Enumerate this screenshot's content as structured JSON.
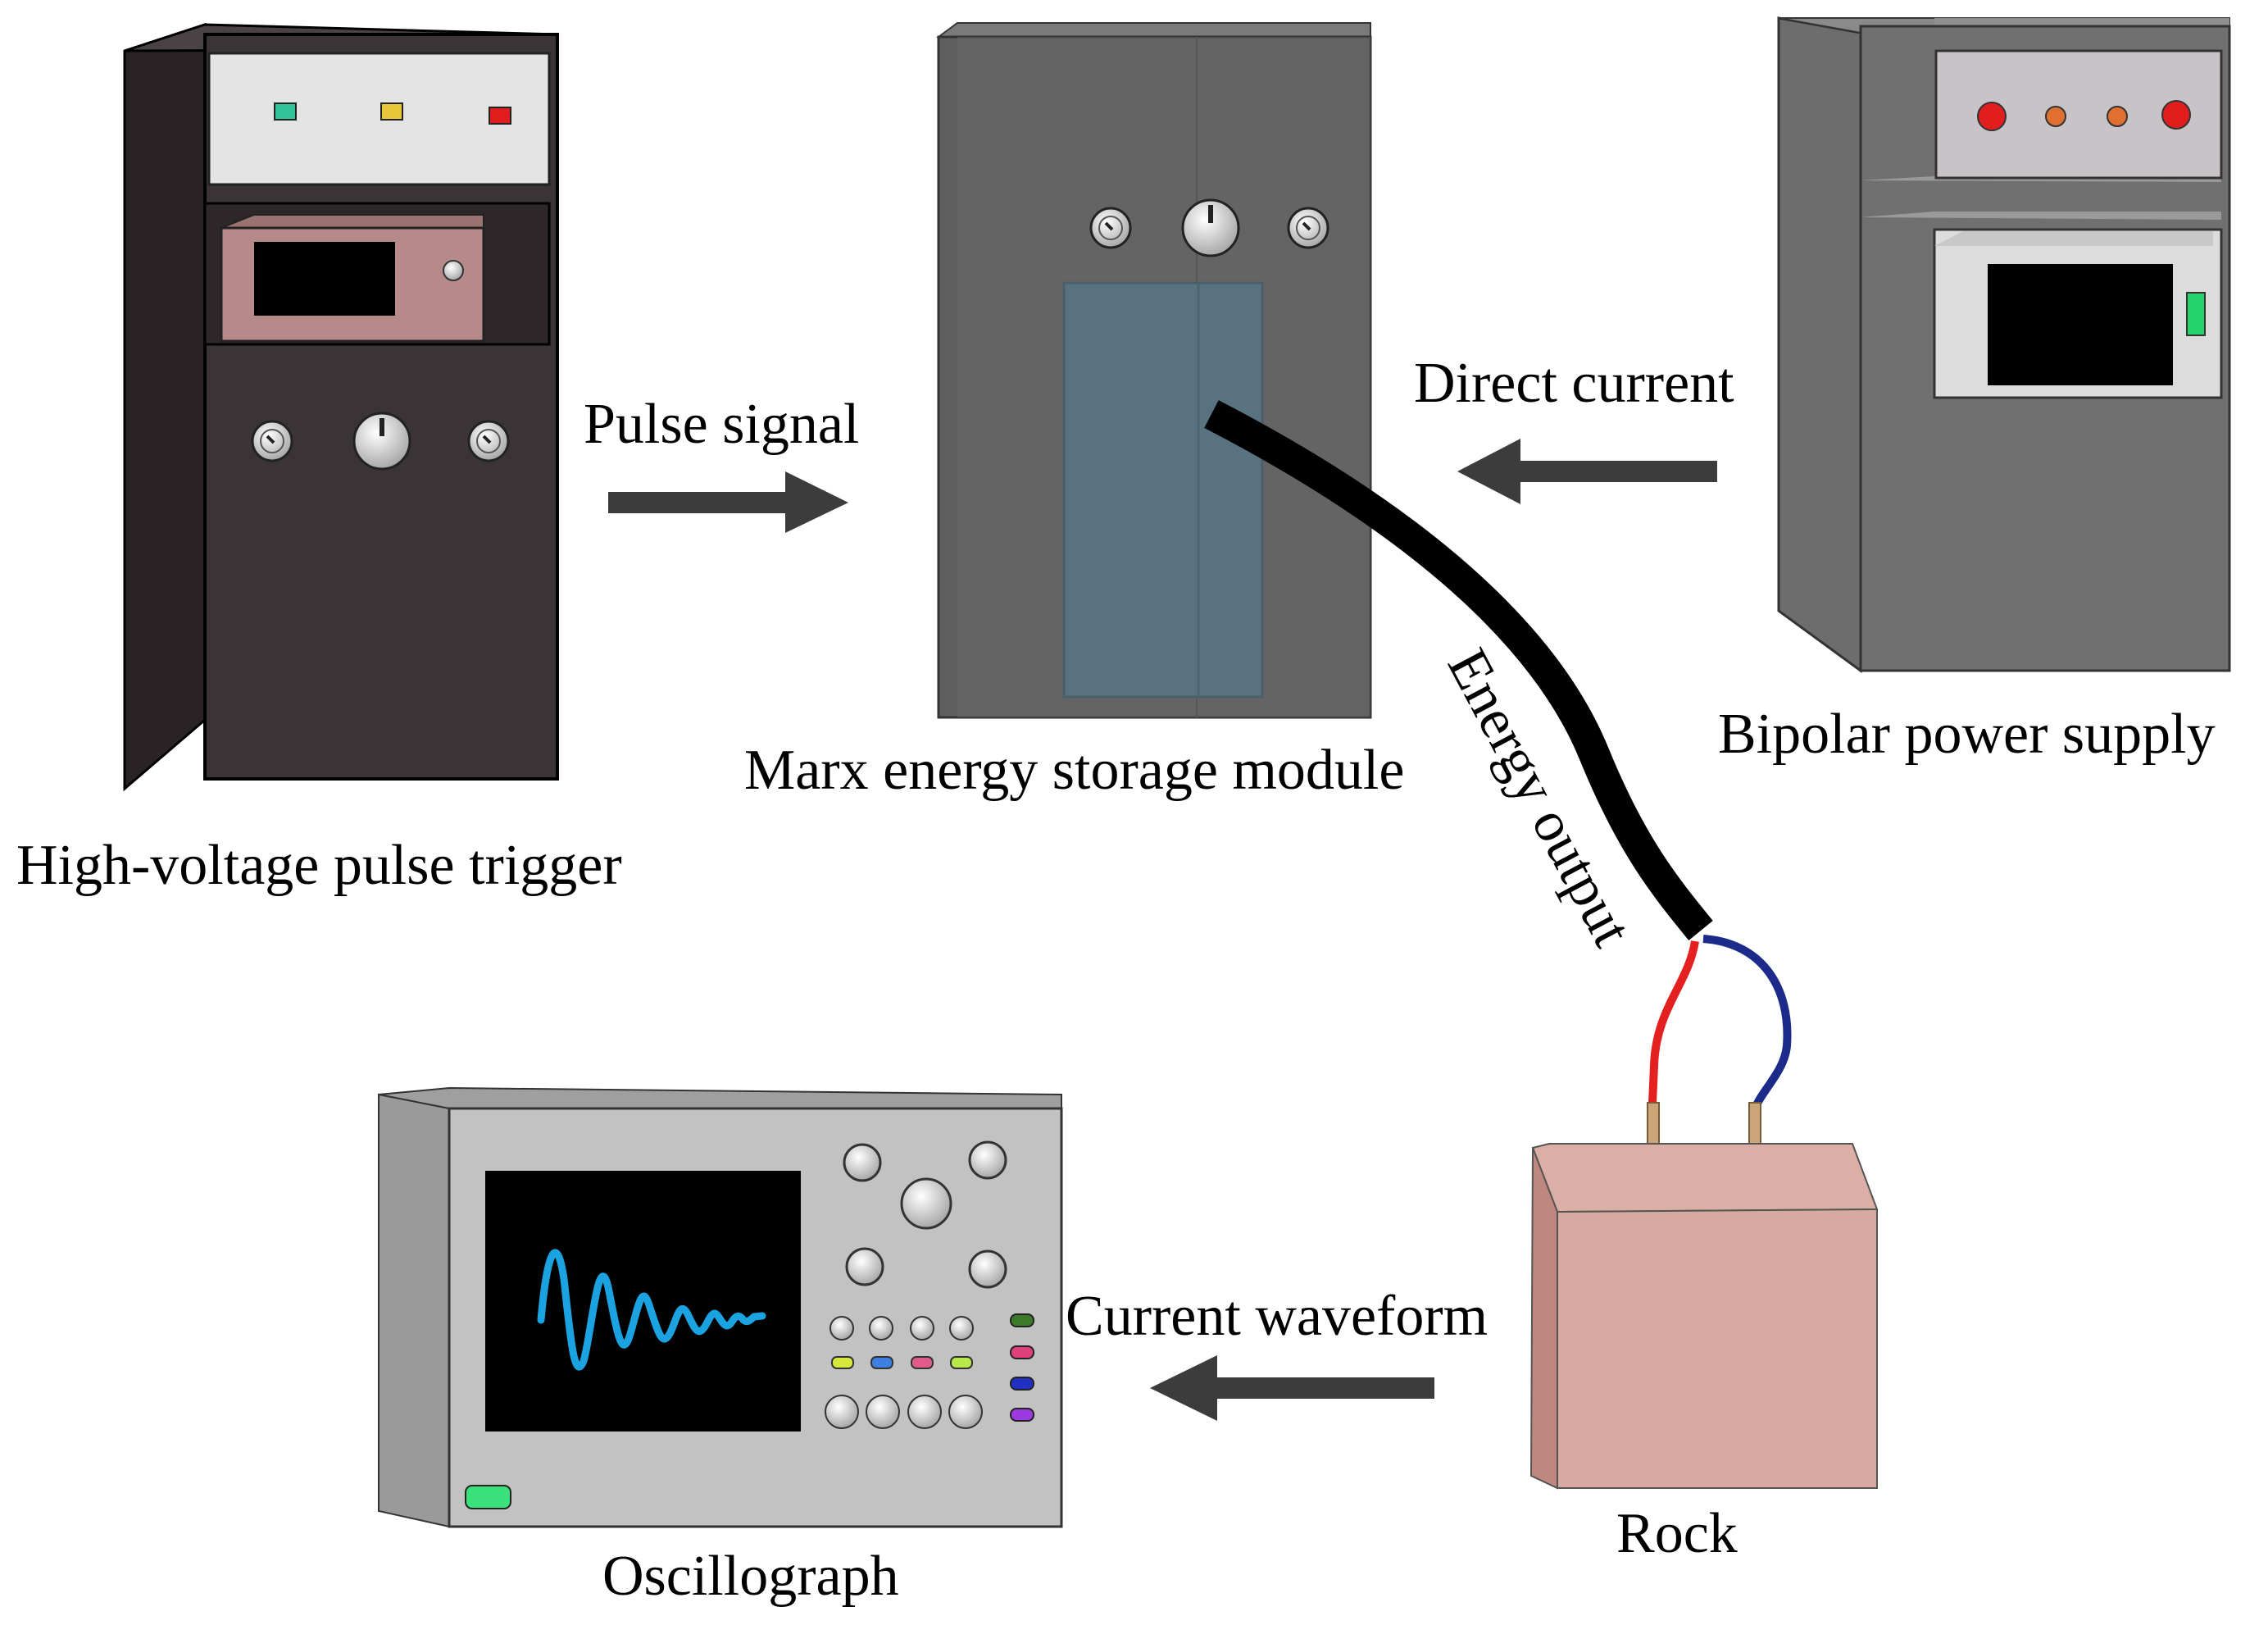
{
  "diagram": {
    "devices": {
      "trigger": "High-voltage pulse trigger",
      "marx": "Marx energy storage module",
      "bipolar": "Bipolar power supply",
      "oscillograph": "Oscillograph",
      "rock": "Rock"
    },
    "connections": {
      "pulse_signal": "Pulse signal",
      "direct_current": "Direct current",
      "energy_output": "Energy output",
      "current_waveform": "Current waveform"
    }
  },
  "colors": {
    "cabinet_dark": "#3b3436",
    "cabinet_grey": "#6f6f6f",
    "panel_light": "#e4e4e4",
    "display_pink": "#b58a88",
    "rock": "#d8a9a0",
    "wave": "#1aa3e0",
    "arrow": "#3c3c3c",
    "wire_red": "#e52020",
    "wire_blue": "#1c2a8a"
  }
}
